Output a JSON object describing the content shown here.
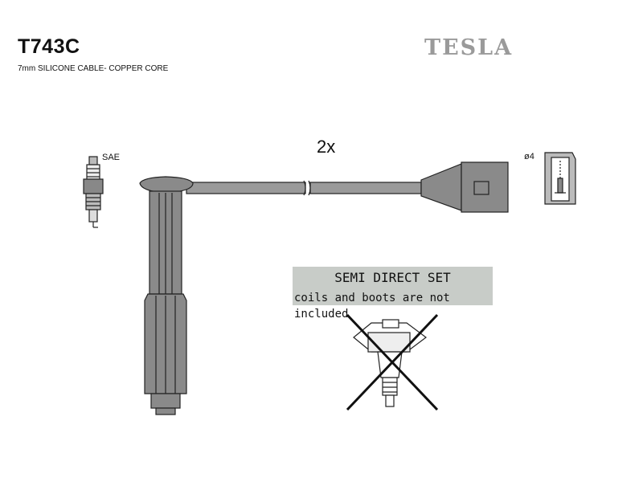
{
  "header": {
    "part_number": "T743C",
    "cable_spec": "7mm SILICONE CABLE- COPPER CORE",
    "brand": "TESLA"
  },
  "diagram": {
    "quantity": "2x",
    "plug_standard": "SAE",
    "terminal_diameter": "ø4",
    "notice": {
      "title": "SEMI DIRECT SET",
      "line1": "coils and boots are not",
      "line2": "included"
    }
  },
  "colors": {
    "boot_fill": "#8a8a8a",
    "notice_bg": "#c8ccc8",
    "brand_gray": "#9a9a9a"
  }
}
